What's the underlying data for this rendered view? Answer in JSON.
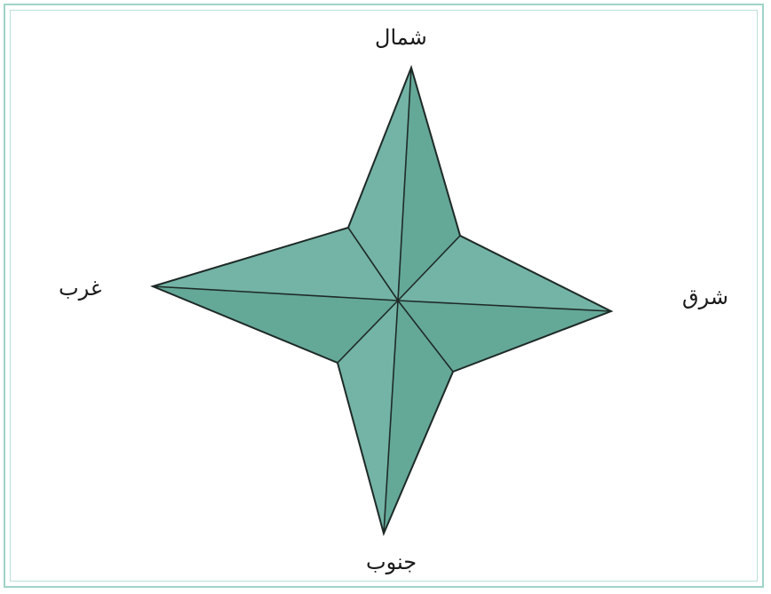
{
  "directions": {
    "north": "شمال",
    "east": "شرق",
    "west": "غرب",
    "south": "جنوب"
  },
  "colors": {
    "star_fill": "#6fb1a3",
    "star_fill_dark": "#5fa395",
    "outline": "#1e2a27",
    "frame": "#9fd3c8"
  }
}
